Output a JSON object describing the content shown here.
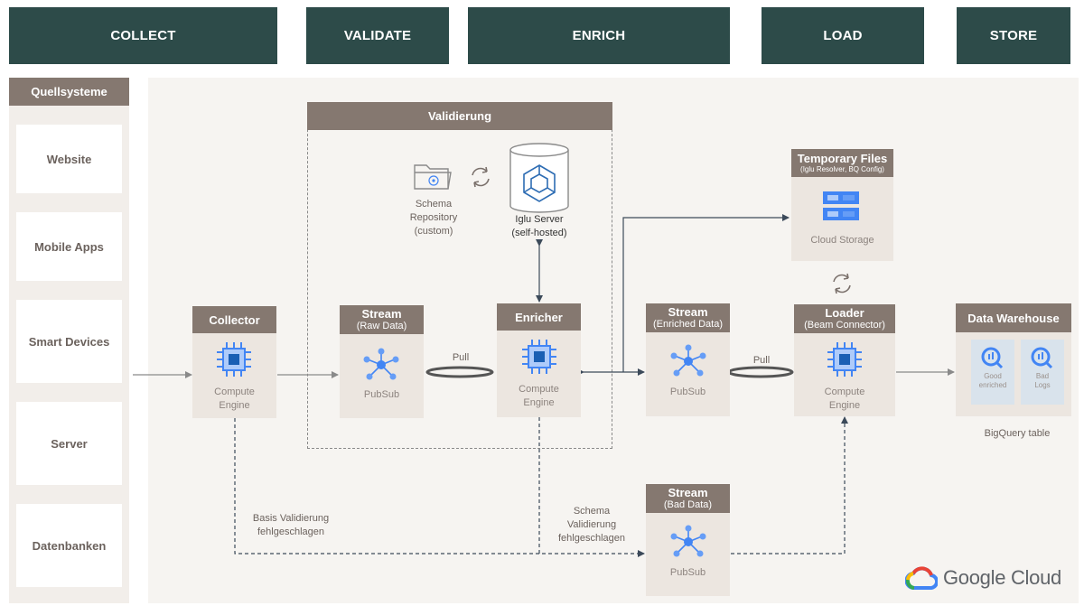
{
  "phases": [
    "COLLECT",
    "VALIDATE",
    "ENRICH",
    "LOAD",
    "STORE"
  ],
  "sources": {
    "title": "Quellsysteme",
    "items": [
      "Website",
      "Mobile Apps",
      "Smart Devices",
      "Server",
      "Datenbanken"
    ]
  },
  "validation": {
    "title": "Validierung",
    "schema_repo": [
      "Schema",
      "Repository",
      "(custom)"
    ],
    "iglu_server": [
      "Iglu Server",
      "(self-hosted)"
    ]
  },
  "collector": {
    "title": "Collector",
    "label": [
      "Compute",
      "Engine"
    ]
  },
  "stream_raw": {
    "title": "Stream",
    "subtitle": "(Raw Data)",
    "label": "PubSub"
  },
  "enricher": {
    "title": "Enricher",
    "label": [
      "Compute",
      "Engine"
    ]
  },
  "stream_enriched": {
    "title": "Stream",
    "subtitle": "(Enriched Data)",
    "label": "PubSub"
  },
  "loader": {
    "title": "Loader",
    "subtitle": "(Beam Connector)",
    "label": [
      "Compute",
      "Engine"
    ]
  },
  "stream_bad": {
    "title": "Stream",
    "subtitle": "(Bad Data)",
    "label": "PubSub"
  },
  "temp_files": {
    "title": "Temporary Files",
    "subtitle": "(Iglu Resolver, BQ Config)",
    "label": "Cloud Storage"
  },
  "warehouse": {
    "title": "Data Warehouse",
    "tiles": [
      [
        "Good",
        "enriched"
      ],
      [
        "Bad",
        "Logs"
      ]
    ],
    "caption": "BigQuery table"
  },
  "edge_labels": {
    "pull_1": "Pull",
    "pull_2": "Pull",
    "basis_fail": [
      "Basis Validierung",
      "fehlgeschlagen"
    ],
    "schema_fail": [
      "Schema",
      "Validierung",
      "fehlgeschlagen"
    ]
  },
  "brand": {
    "text": "Google Cloud"
  },
  "colors": {
    "phase_bg": "#2d4b49",
    "card_header": "#857870",
    "card_bg": "#ece6e0",
    "gcp_blue": "#4285f4"
  }
}
